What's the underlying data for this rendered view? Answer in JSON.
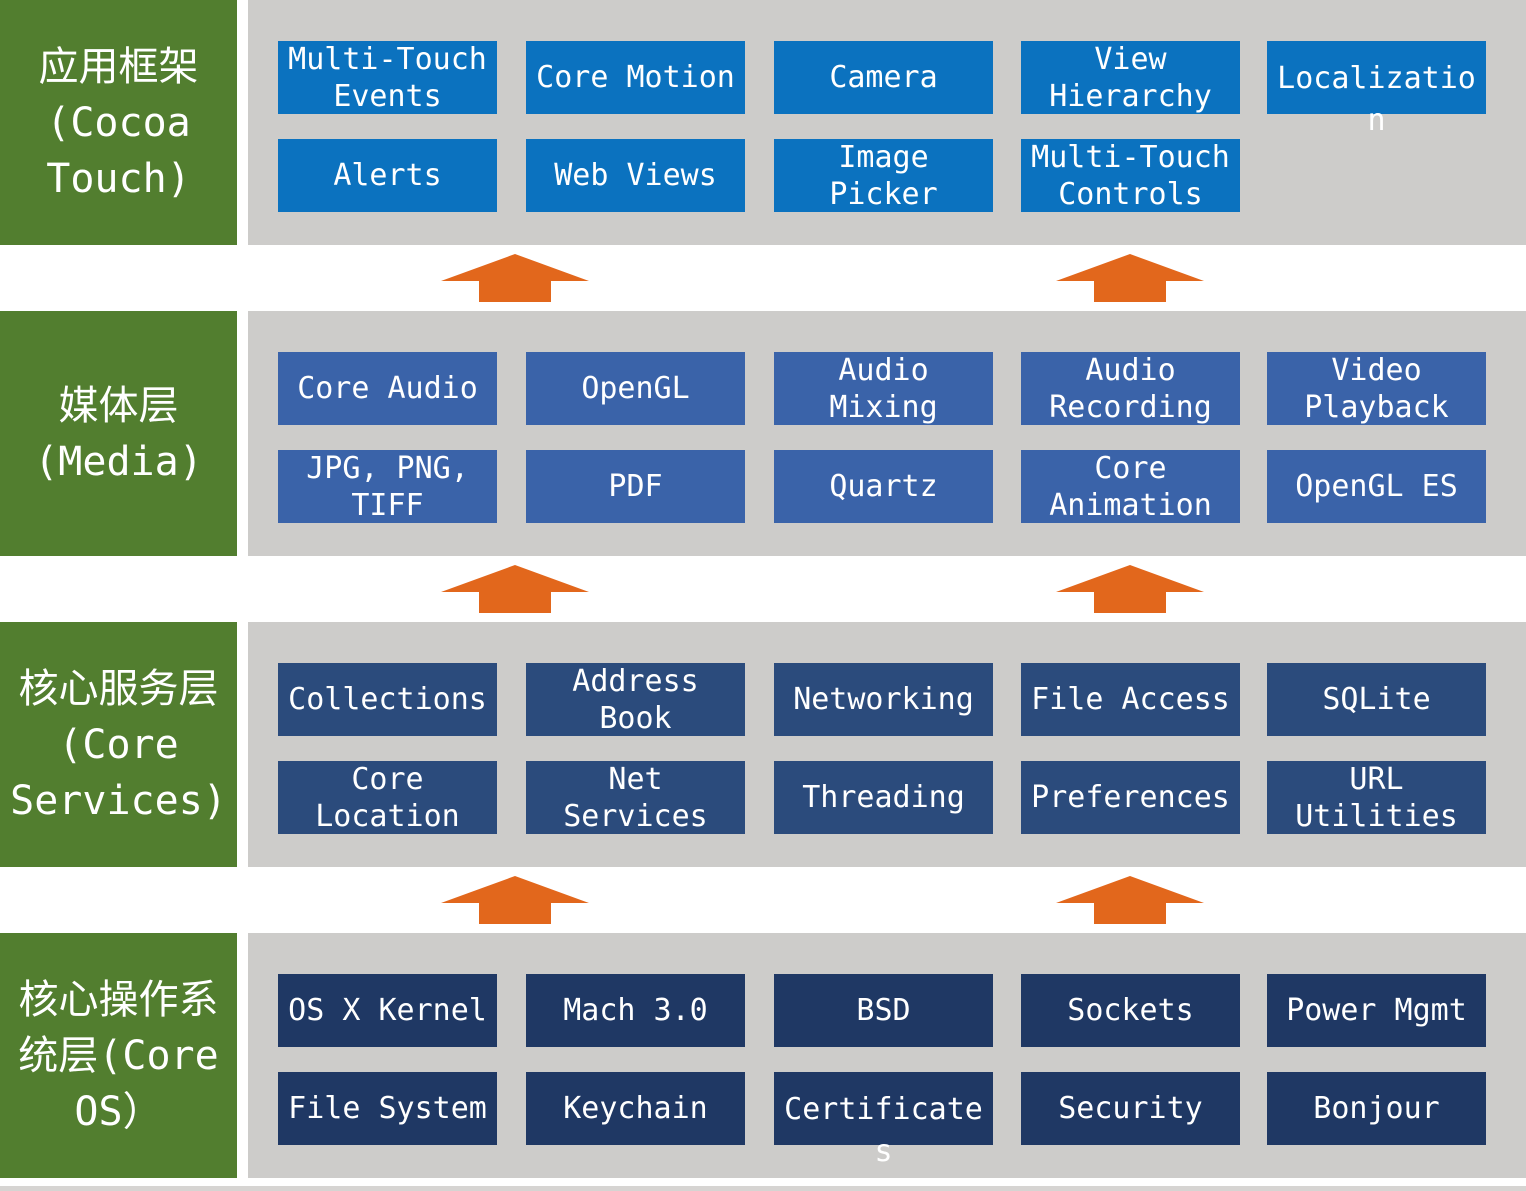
{
  "colors": {
    "label_green": "#527E2F",
    "band_gray": "#CDCCCA",
    "arrow_orange": "#E2671C",
    "box_text": "#FFFFFF",
    "bottom_strip": "#D6D4D2",
    "layer_box_blues": [
      "#0B72BF",
      "#3A63A9",
      "#2B4B7C",
      "#1F3864"
    ]
  },
  "layers": [
    {
      "key": "cocoa-touch",
      "label": "应用框架\n(Cocoa\nTouch)",
      "box_color": "#0B72BF",
      "rows": [
        [
          "Multi-Touch Events",
          "Core Motion",
          "Camera",
          "View Hierarchy",
          "Localization"
        ],
        [
          "Alerts",
          "Web Views",
          "Image Picker",
          "Multi-Touch Controls"
        ]
      ]
    },
    {
      "key": "media",
      "label": "媒体层\n(Media)",
      "box_color": "#3A63A9",
      "rows": [
        [
          "Core Audio",
          "OpenGL",
          "Audio Mixing",
          "Audio Recording",
          "Video Playback"
        ],
        [
          "JPG, PNG, TIFF",
          "PDF",
          "Quartz",
          "Core Animation",
          "OpenGL ES"
        ]
      ]
    },
    {
      "key": "core-services",
      "label": "核心服务层\n(Core\nServices)",
      "box_color": "#2B4B7C",
      "rows": [
        [
          "Collections",
          "Address Book",
          "Networking",
          "File Access",
          "SQLite"
        ],
        [
          "Core Location",
          "Net Services",
          "Threading",
          "Preferences",
          "URL Utilities"
        ]
      ]
    },
    {
      "key": "core-os",
      "label": "核心操作系\n统层(Core\nOS）",
      "box_color": "#1F3864",
      "rows": [
        [
          "OS X Kernel",
          "Mach 3.0",
          "BSD",
          "Sockets",
          "Power Mgmt"
        ],
        [
          "File System",
          "Keychain",
          "Certificates",
          "Security",
          "Bonjour"
        ]
      ]
    }
  ],
  "arrow_icon_name": "up-arrow-icon"
}
